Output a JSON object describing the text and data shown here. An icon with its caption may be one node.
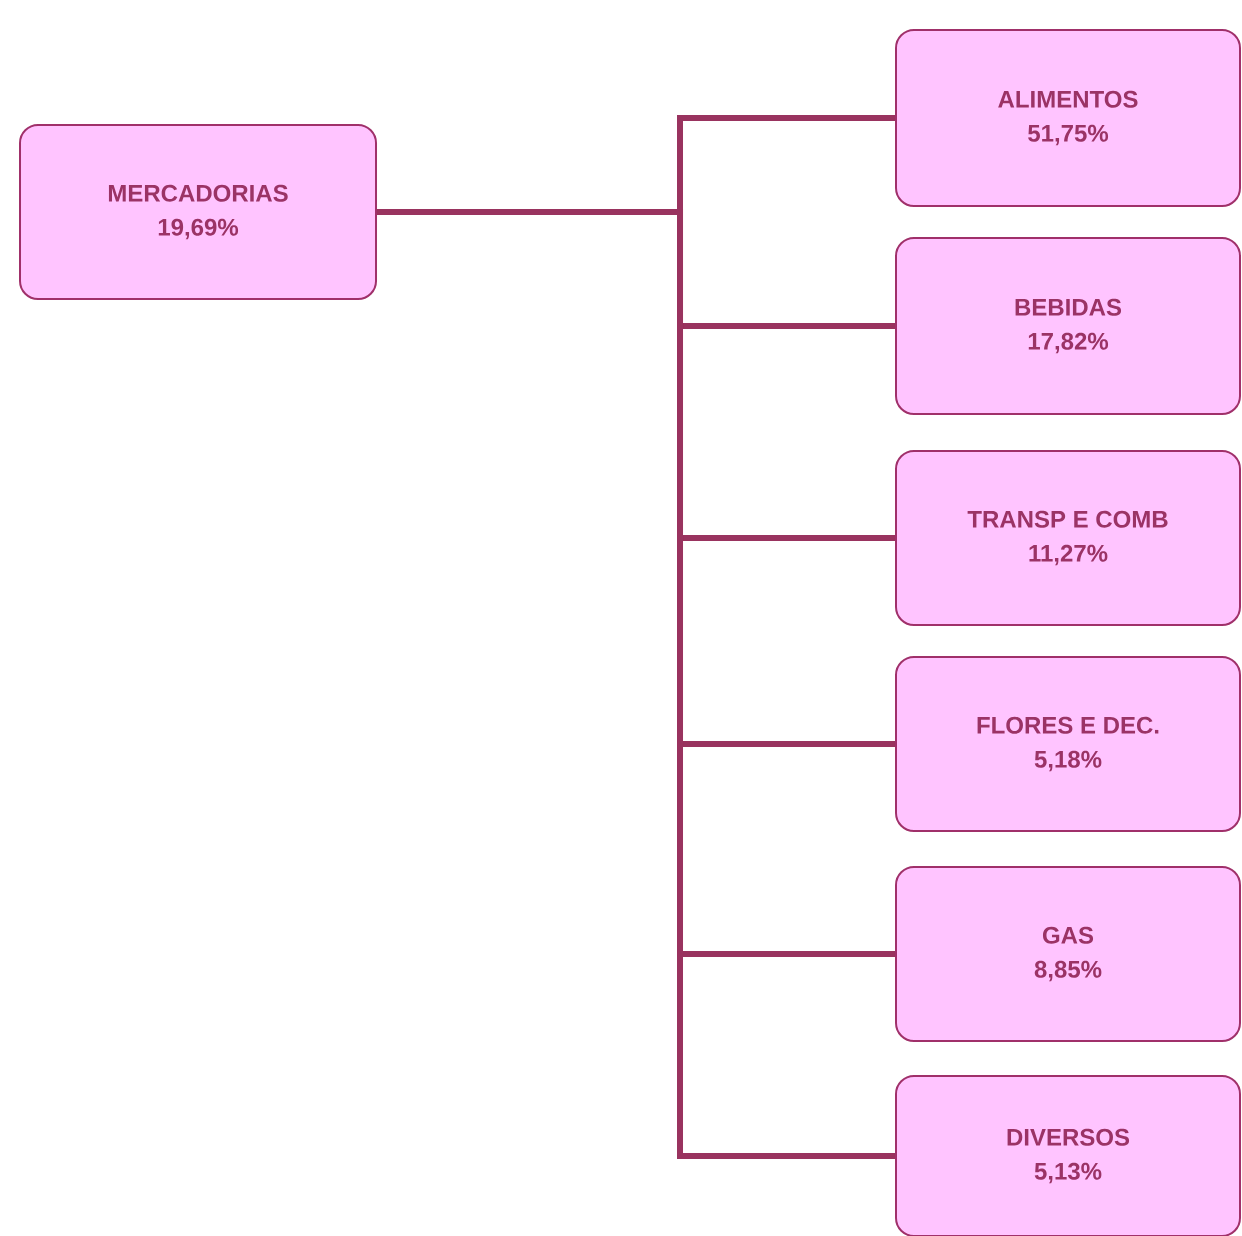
{
  "diagram": {
    "nodes": [
      {
        "text": [
          "MERCADORIAS",
          "19,69%"
        ]
      },
      {
        "text": [
          "ALIMENTOS",
          "51,75%"
        ]
      },
      {
        "text": [
          "BEBIDAS",
          "17,82%"
        ]
      },
      {
        "text": [
          "TRANSP E COMB",
          "11,27%"
        ]
      },
      {
        "text": [
          "FLORES E DEC.",
          "5,18%"
        ]
      },
      {
        "text": [
          "GAS",
          "8,85%"
        ]
      },
      {
        "text": [
          "DIVERSOS",
          "5,13%"
        ]
      }
    ],
    "edges": [
      {
        "from": 0,
        "to": 1,
        "arrow": "none"
      },
      {
        "from": 0,
        "to": 2,
        "arrow": "none"
      },
      {
        "from": 0,
        "to": 3,
        "arrow": "none"
      },
      {
        "from": 0,
        "to": 4,
        "arrow": "none"
      },
      {
        "from": 0,
        "to": 5,
        "arrow": "none"
      },
      {
        "from": 0,
        "to": 6,
        "arrow": "none"
      }
    ]
  }
}
